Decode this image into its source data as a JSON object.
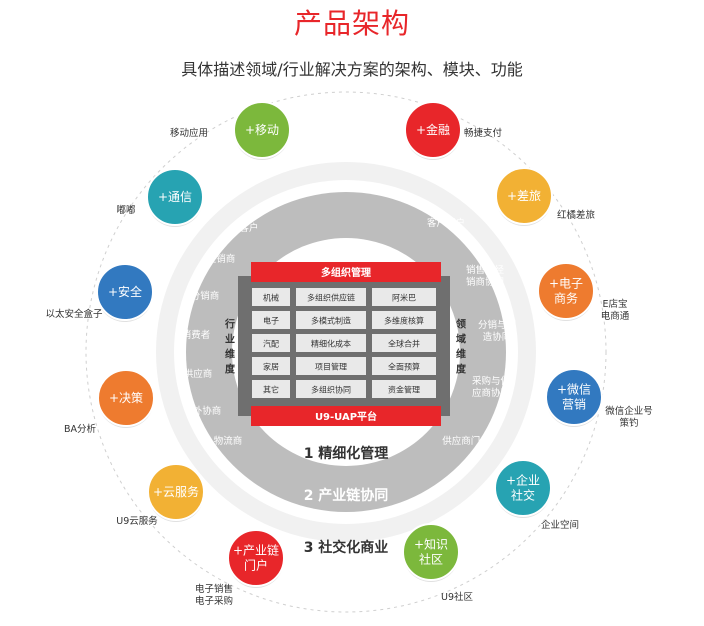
{
  "title": "产品架构",
  "subtitle": "具体描述领域/行业解决方案的架构、模块、功能",
  "colors": {
    "red": "#e8262a",
    "green": "#7cb83c",
    "teal": "#27a3b2",
    "blue": "#3279c0",
    "orange": "#ee7b2f",
    "yellow": "#f2b134",
    "ring": "#bdbdbd",
    "core": "#6f6f6f"
  },
  "left_side_labels": [
    "客户",
    "经销商",
    "分销商",
    "消费者",
    "供应商",
    "外协商",
    "物流商"
  ],
  "right_side_labels": [
    "客户门户",
    "销售与经\n销商协同",
    "分销与制\n造协同",
    "采购与供\n应商协同",
    "供应商门户"
  ],
  "core": {
    "top_bar": "多组织管理",
    "bottom_bar": "U9-UAP平台",
    "left_vertical": "行\n业\n维\n度",
    "right_vertical": "领\n域\n维\n度",
    "grid": [
      [
        "机械",
        "多组织供应链",
        "阿米巴"
      ],
      [
        "电子",
        "多模式制造",
        "多维度核算"
      ],
      [
        "汽配",
        "精细化成本",
        "全球合并"
      ],
      [
        "家居",
        "项目管理",
        "全面预算"
      ],
      [
        "其它",
        "多组织协同",
        "资金管理"
      ]
    ]
  },
  "bands": [
    "1 精细化管理",
    "2 产业链协同",
    "3 社交化商业"
  ],
  "nodes": [
    {
      "id": "mobile",
      "text": "+移动",
      "label": "移动应用",
      "color": "green"
    },
    {
      "id": "comm",
      "text": "+通信",
      "label": "嘟嘟",
      "color": "teal"
    },
    {
      "id": "security",
      "text": "+安全",
      "label": "以太安全盒子",
      "color": "blue"
    },
    {
      "id": "decision",
      "text": "+决策",
      "label": "BA分析",
      "color": "orange"
    },
    {
      "id": "cloud",
      "text": "+云服务",
      "label": "U9云服务",
      "color": "yellow"
    },
    {
      "id": "chain",
      "text": "+产业链\n门户",
      "label": "电子销售\n电子采购",
      "color": "red"
    },
    {
      "id": "knowledge",
      "text": "+知识\n社区",
      "label": "U9社区",
      "color": "green"
    },
    {
      "id": "enterprise",
      "text": "+企业\n社交",
      "label": "企业空间",
      "color": "teal"
    },
    {
      "id": "wechat",
      "text": "+微信\n营销",
      "label": "微信企业号\n策钓",
      "color": "blue"
    },
    {
      "id": "ecommerce",
      "text": "+电子\n商务",
      "label": "E店宝\n电商通",
      "color": "orange"
    },
    {
      "id": "travel",
      "text": "+差旅",
      "label": "红橘差旅",
      "color": "yellow"
    },
    {
      "id": "finance",
      "text": "+金融",
      "label": "畅捷支付",
      "color": "red"
    }
  ]
}
